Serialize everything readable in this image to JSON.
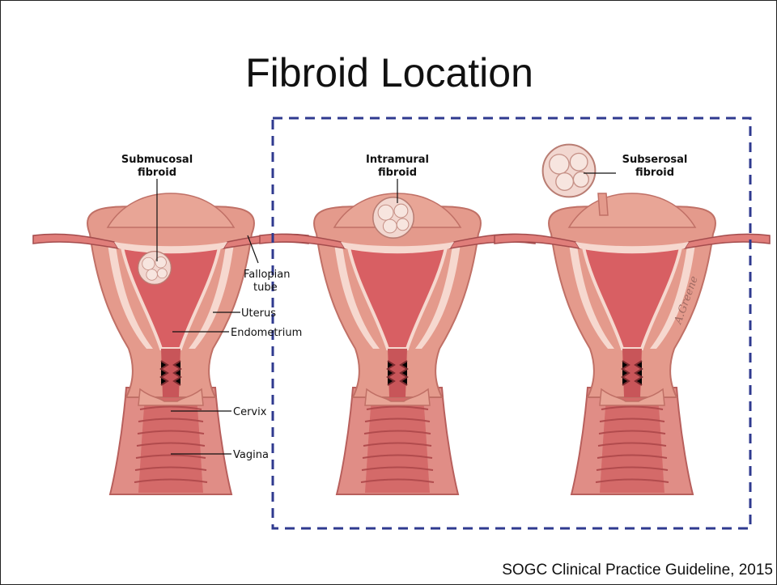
{
  "slide": {
    "title": "Fibroid Location",
    "citation": "SOGC Clinical Practice Guideline, 2015"
  },
  "labels": {
    "submucosal": [
      "Submucosal",
      "fibroid"
    ],
    "intramural": [
      "Intramural",
      "fibroid"
    ],
    "subserosal": [
      "Subserosal",
      "fibroid"
    ],
    "fallopian": [
      "Fallopian",
      "tube"
    ],
    "uterus": "Uterus",
    "endometrium": "Endometrium",
    "cervix": "Cervix",
    "vagina": "Vagina",
    "signature": "A.Greene"
  },
  "colors": {
    "myometrium": "#e49a8c",
    "serosa": "#f6d8cf",
    "endometrium": "#d85f63",
    "vagina": "#d46a69",
    "fibroid": "#f2d7d0",
    "dashed_box": "#2f3a8f"
  }
}
